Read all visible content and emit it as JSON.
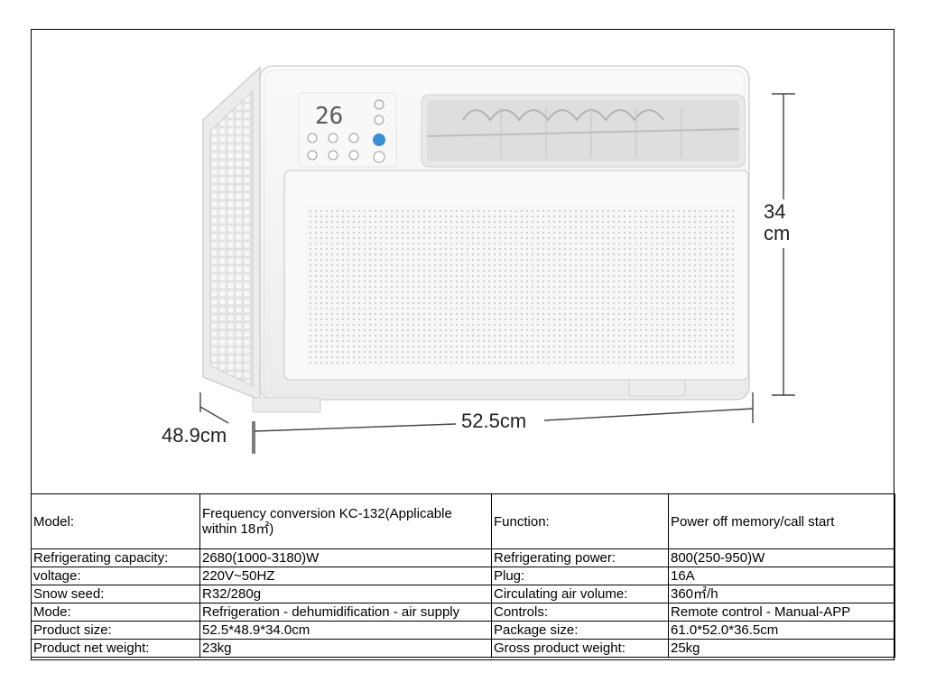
{
  "dimensions": {
    "height_value": "34",
    "height_unit": "cm",
    "width_label": "52.5cm",
    "depth_label": "48.9cm"
  },
  "product_image": {
    "display_temperature": "26"
  },
  "specs": [
    [
      "Model:",
      "Frequency conversion KC-132(Applicable within 18㎡)",
      "Function:",
      "Power off memory/call start"
    ],
    [
      "Refrigerating capacity:",
      "2680(1000-3180)W",
      "Refrigerating power:",
      "800(250-950)W"
    ],
    [
      "voltage:",
      "220V~50HZ",
      "Plug:",
      "16A"
    ],
    [
      "Snow seed:",
      "R32/280g",
      "Circulating air volume:",
      "360㎡/h"
    ],
    [
      "Mode:",
      "Refrigeration - dehumidification - air supply",
      "Controls:",
      "Remote control - Manual-APP"
    ],
    [
      "Product size:",
      "52.5*48.9*34.0cm",
      "Package size:",
      "61.0*52.0*36.5cm"
    ],
    [
      "Product net weight:",
      "23kg",
      "Gross product weight:",
      "25kg"
    ]
  ],
  "colors": {
    "unit_body": "#f4f4f4",
    "outline": "#d2d2d2",
    "display_blue": "#3a8fd8",
    "dimension_line": "#444444"
  }
}
